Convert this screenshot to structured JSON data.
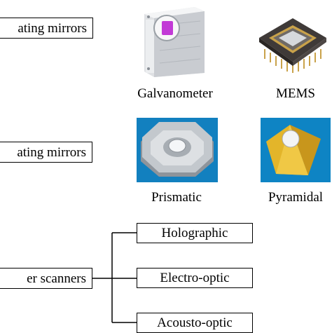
{
  "categories": {
    "rotating_mirrors": "ating mirrors",
    "rotating_mirrors_2": "ating mirrors",
    "other_scanners": "er scanners"
  },
  "captions": {
    "galvanometer": "Galvanometer",
    "mems": "MEMS",
    "prismatic": "Prismatic",
    "pyramidal": "Pyramidal"
  },
  "subtypes": [
    "Holographic",
    "Electro-optic",
    "Acousto-optic"
  ],
  "colors": {
    "border": "#000000",
    "galvo_body": "#e9eaec",
    "galvo_window": "#c23ad6",
    "mems_chip": "#3f3a38",
    "mems_pins": "#c9a24a",
    "prism_metal": "#b9bec4",
    "pyramid_gold": "#e3b52a",
    "photo_bg": "#0e84c4"
  }
}
